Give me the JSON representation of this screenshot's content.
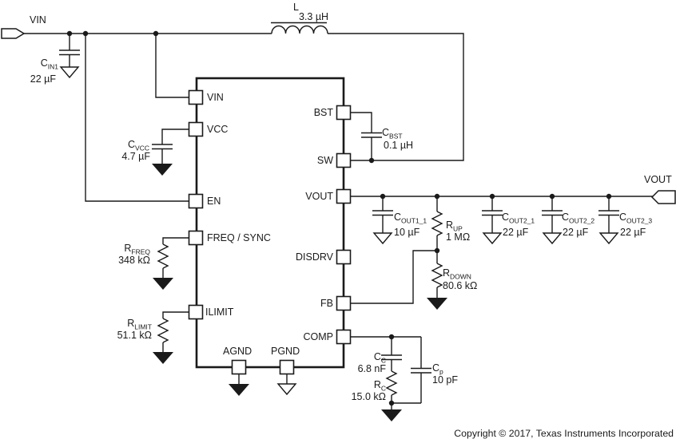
{
  "diagram": {
    "terminals": {
      "vin": "VIN",
      "vout": "VOUT"
    },
    "ic_pins": {
      "left": [
        "VIN",
        "VCC",
        "EN",
        "FREQ / SYNC",
        "ILIMIT"
      ],
      "right": [
        "BST",
        "SW",
        "VOUT",
        "DISDRV",
        "FB",
        "COMP"
      ],
      "bottom": [
        "AGND",
        "PGND"
      ]
    },
    "components": {
      "l": {
        "ref": "L",
        "sub": "",
        "value": "3.3 µH"
      },
      "cin1": {
        "ref": "C",
        "sub": "IN1",
        "value": "22 µF"
      },
      "cvcc": {
        "ref": "C",
        "sub": "VCC",
        "value": "4.7 µF"
      },
      "cbst": {
        "ref": "C",
        "sub": "BST",
        "value": "0.1 µH"
      },
      "rfreq": {
        "ref": "R",
        "sub": "FREQ",
        "value": "348 kΩ"
      },
      "rlimit": {
        "ref": "R",
        "sub": "LIMIT",
        "value": "51.1 kΩ"
      },
      "cout1_1": {
        "ref": "C",
        "sub": "OUT1_1",
        "value": "10 µF"
      },
      "rup": {
        "ref": "R",
        "sub": "UP",
        "value": "1 MΩ"
      },
      "rdown": {
        "ref": "R",
        "sub": "DOWN",
        "value": "80.6 kΩ"
      },
      "cout2_1": {
        "ref": "C",
        "sub": "OUT2_1",
        "value": "22 µF"
      },
      "cout2_2": {
        "ref": "C",
        "sub": "OUT2_2",
        "value": "22 µF"
      },
      "cout2_3": {
        "ref": "C",
        "sub": "OUT2_3",
        "value": "22 µF"
      },
      "cc": {
        "ref": "C",
        "sub": "C",
        "value": "6.8 nF"
      },
      "rc": {
        "ref": "R",
        "sub": "C",
        "value": "15.0 kΩ"
      },
      "cp": {
        "ref": "C",
        "sub": "p",
        "value": "10 pF"
      }
    },
    "footer": {
      "copyright": "Copyright © 2017, Texas Instruments Incorporated"
    },
    "colors": {
      "line": "#1a1a1a",
      "background": "#ffffff"
    }
  }
}
